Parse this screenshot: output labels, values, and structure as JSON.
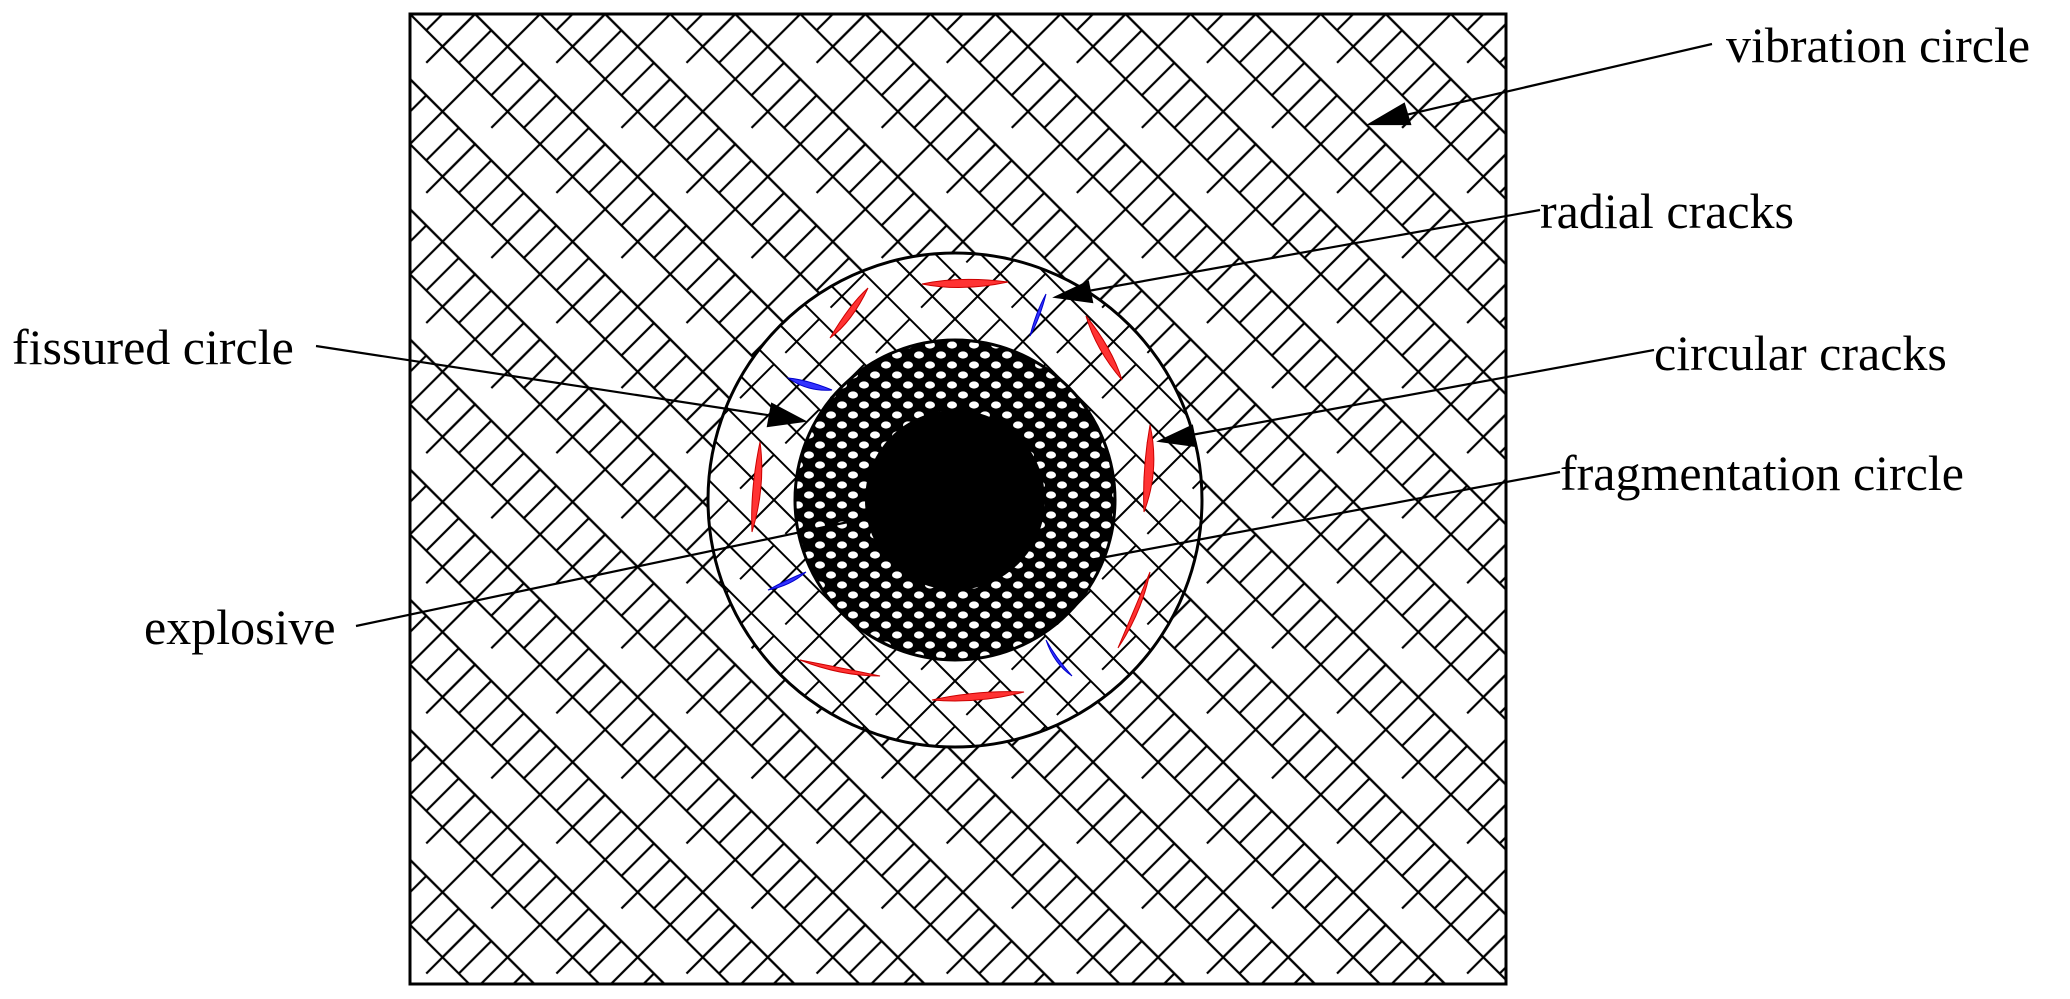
{
  "labels": {
    "vibration_circle": "vibration circle",
    "radial_cracks": "radial cracks",
    "fissured_circle": "fissured circle",
    "circular_cracks": "circular cracks",
    "fragmentation_circle": "fragmentation circle",
    "explosive": "explosive"
  },
  "colors": {
    "line": "#000000",
    "background": "#ffffff",
    "explosive_fill": "#000000",
    "radial_crack": "#ff3333",
    "circular_crack": "#3333ff"
  },
  "patterns": {
    "rock_mass": "herringbone-brick",
    "fragmentation_zone": "dense-circles"
  }
}
